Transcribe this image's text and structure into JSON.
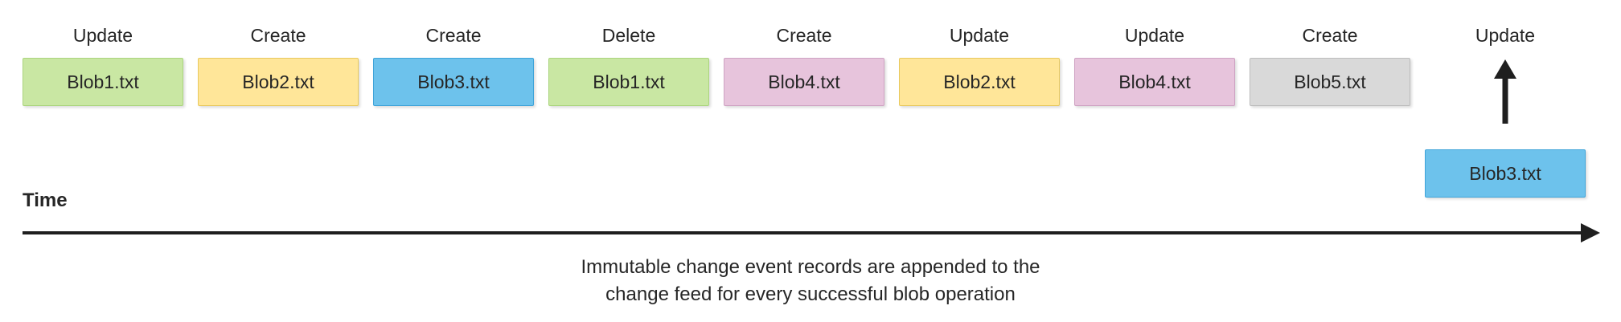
{
  "diagram": {
    "time_label": "Time",
    "caption_line1": "Immutable change event records are appended to the",
    "caption_line2": "change feed for every successful blob operation"
  },
  "events": [
    {
      "operation": "Update",
      "blob": "Blob1.txt",
      "color": "green"
    },
    {
      "operation": "Create",
      "blob": "Blob2.txt",
      "color": "yellow"
    },
    {
      "operation": "Create",
      "blob": "Blob3.txt",
      "color": "blue"
    },
    {
      "operation": "Delete",
      "blob": "Blob1.txt",
      "color": "green"
    },
    {
      "operation": "Create",
      "blob": "Blob4.txt",
      "color": "pink"
    },
    {
      "operation": "Update",
      "blob": "Blob2.txt",
      "color": "yellow"
    },
    {
      "operation": "Update",
      "blob": "Blob4.txt",
      "color": "pink"
    },
    {
      "operation": "Create",
      "blob": "Blob5.txt",
      "color": "gray"
    },
    {
      "operation": "Update",
      "blob": "Blob3.txt",
      "color": "blue"
    }
  ],
  "colors": {
    "green": {
      "fill": "#C9E7A3",
      "border": "#ABD57E"
    },
    "yellow": {
      "fill": "#FFE699",
      "border": "#E8C95E"
    },
    "blue": {
      "fill": "#6DC2EC",
      "border": "#3FA4D9"
    },
    "pink": {
      "fill": "#E7C4DC",
      "border": "#CFA3C3"
    },
    "gray": {
      "fill": "#D9D9D9",
      "border": "#BDBDBD"
    },
    "arrow": "#1f1f1f",
    "text": "#262626"
  }
}
